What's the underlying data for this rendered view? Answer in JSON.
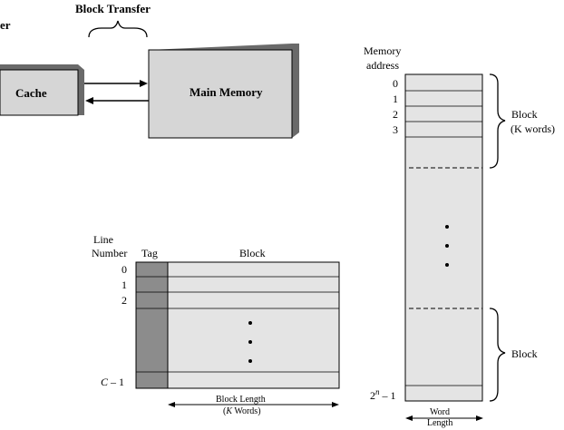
{
  "top_diagram": {
    "cut_off_label": "er",
    "transfer_label": "Block Transfer",
    "cache_label": "Cache",
    "main_memory_label": "Main Memory"
  },
  "main_memory": {
    "header_line1": "Memory",
    "header_line2": "address",
    "addresses": [
      "0",
      "1",
      "2",
      "3"
    ],
    "last_address_base": "2",
    "last_address_exp": "n",
    "last_address_suffix": " – 1",
    "block_label_1_line1": "Block",
    "block_label_1_line2": "(K words)",
    "block_label_2": "Block",
    "width_label_line1": "Word",
    "width_label_line2": "Length"
  },
  "cache": {
    "line_header_1": "Line",
    "line_header_2": "Number",
    "tag_header": "Tag",
    "block_header": "Block",
    "line_numbers": [
      "0",
      "1",
      "2"
    ],
    "last_line_var": "C",
    "last_line_suffix": " – 1",
    "length_label_line1": "Block Length",
    "length_label_line2_open": "(",
    "length_label_line2_var": "K",
    "length_label_line2_rest": " Words)"
  },
  "colors": {
    "cell_fill": "#e4e4e4",
    "tag_fill": "#8c8c8c",
    "box_fill": "#d6d6d6",
    "shadow": "#6a6a6a",
    "line": "#000000"
  }
}
